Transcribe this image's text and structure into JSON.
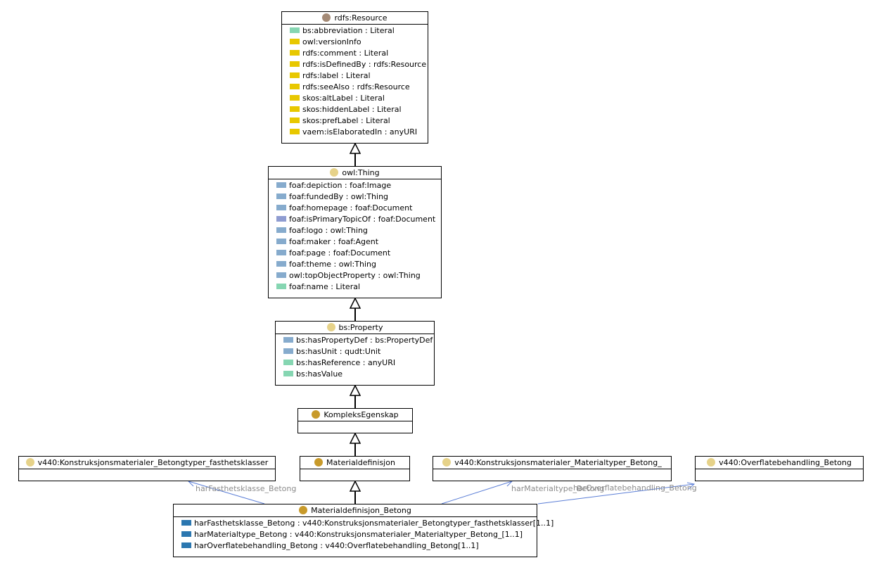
{
  "colors": {
    "literal_yellow": "#e8c800",
    "literal_green": "#86d6b2",
    "object_blue": "#86abcd",
    "object_purple": "#8f9cd1",
    "object_darkblue": "#2b77b0",
    "class_brown": "#a48a76",
    "class_light": "#e6d289",
    "class_gold": "#c89a2a",
    "edge_blue": "#5b7ed6",
    "edge_label": "#8c8c8c"
  },
  "classes": {
    "rdfs_resource": {
      "title": "rdfs:Resource",
      "dot_color": "#a48a76",
      "props": [
        {
          "text": "bs:abbreviation : Literal",
          "color": "#86d6b2"
        },
        {
          "text": "owl:versionInfo",
          "color": "#e8c800"
        },
        {
          "text": "rdfs:comment : Literal",
          "color": "#e8c800"
        },
        {
          "text": "rdfs:isDefinedBy : rdfs:Resource",
          "color": "#e8c800"
        },
        {
          "text": "rdfs:label : Literal",
          "color": "#e8c800"
        },
        {
          "text": "rdfs:seeAlso : rdfs:Resource",
          "color": "#e8c800"
        },
        {
          "text": "skos:altLabel : Literal",
          "color": "#e8c800"
        },
        {
          "text": "skos:hiddenLabel : Literal",
          "color": "#e8c800"
        },
        {
          "text": "skos:prefLabel : Literal",
          "color": "#e8c800"
        },
        {
          "text": "vaem:isElaboratedIn : anyURI",
          "color": "#e8c800"
        }
      ]
    },
    "owl_thing": {
      "title": "owl:Thing",
      "dot_color": "#e6d289",
      "props": [
        {
          "text": "foaf:depiction : foaf:Image",
          "color": "#86abcd"
        },
        {
          "text": "foaf:fundedBy : owl:Thing",
          "color": "#86abcd"
        },
        {
          "text": "foaf:homepage : foaf:Document",
          "color": "#86abcd"
        },
        {
          "text": "foaf:isPrimaryTopicOf : foaf:Document",
          "color": "#8f9cd1"
        },
        {
          "text": "foaf:logo : owl:Thing",
          "color": "#86abcd"
        },
        {
          "text": "foaf:maker : foaf:Agent",
          "color": "#86abcd"
        },
        {
          "text": "foaf:page : foaf:Document",
          "color": "#86abcd"
        },
        {
          "text": "foaf:theme : owl:Thing",
          "color": "#86abcd"
        },
        {
          "text": "owl:topObjectProperty : owl:Thing",
          "color": "#86abcd"
        },
        {
          "text": "foaf:name : Literal",
          "color": "#86d6b2"
        }
      ]
    },
    "bs_property": {
      "title": "bs:Property",
      "dot_color": "#e6d289",
      "props": [
        {
          "text": "bs:hasPropertyDef : bs:PropertyDef",
          "color": "#86abcd"
        },
        {
          "text": "bs:hasUnit : qudt:Unit",
          "color": "#86abcd"
        },
        {
          "text": "bs:hasReference : anyURI",
          "color": "#86d6b2"
        },
        {
          "text": "bs:hasValue",
          "color": "#86d6b2"
        }
      ]
    },
    "kompleks": {
      "title": "KompleksEgenskap",
      "dot_color": "#c89a2a",
      "props": []
    },
    "materialdef": {
      "title": "Materialdefinisjon",
      "dot_color": "#c89a2a",
      "props": []
    },
    "fasthet": {
      "title": "v440:Konstruksjonsmaterialer_Betongtyper_fasthetsklasser",
      "dot_color": "#e6d289",
      "props": []
    },
    "materialtyper": {
      "title": "v440:Konstruksjonsmaterialer_Materialtyper_Betong_",
      "dot_color": "#e6d289",
      "props": []
    },
    "overflate": {
      "title": "v440:Overflatebehandling_Betong",
      "dot_color": "#e6d289",
      "props": []
    },
    "materialdef_betong": {
      "title": "Materialdefinisjon_Betong",
      "dot_color": "#c89a2a",
      "props": [
        {
          "text": "harFasthetsklasse_Betong : v440:Konstruksjonsmaterialer_Betongtyper_fasthetsklasser[1..1]",
          "color": "#2b77b0"
        },
        {
          "text": "harMaterialtype_Betong : v440:Konstruksjonsmaterialer_Materialtyper_Betong_[1..1]",
          "color": "#2b77b0"
        },
        {
          "text": "harOverflatebehandling_Betong : v440:Overflatebehandling_Betong[1..1]",
          "color": "#2b77b0"
        }
      ]
    }
  },
  "edge_labels": {
    "fasthet": "harFasthetsklasse_Betong",
    "materialtype": "harMaterialtype_Betong",
    "overflate": "harOverflatebehandling_Betong"
  }
}
